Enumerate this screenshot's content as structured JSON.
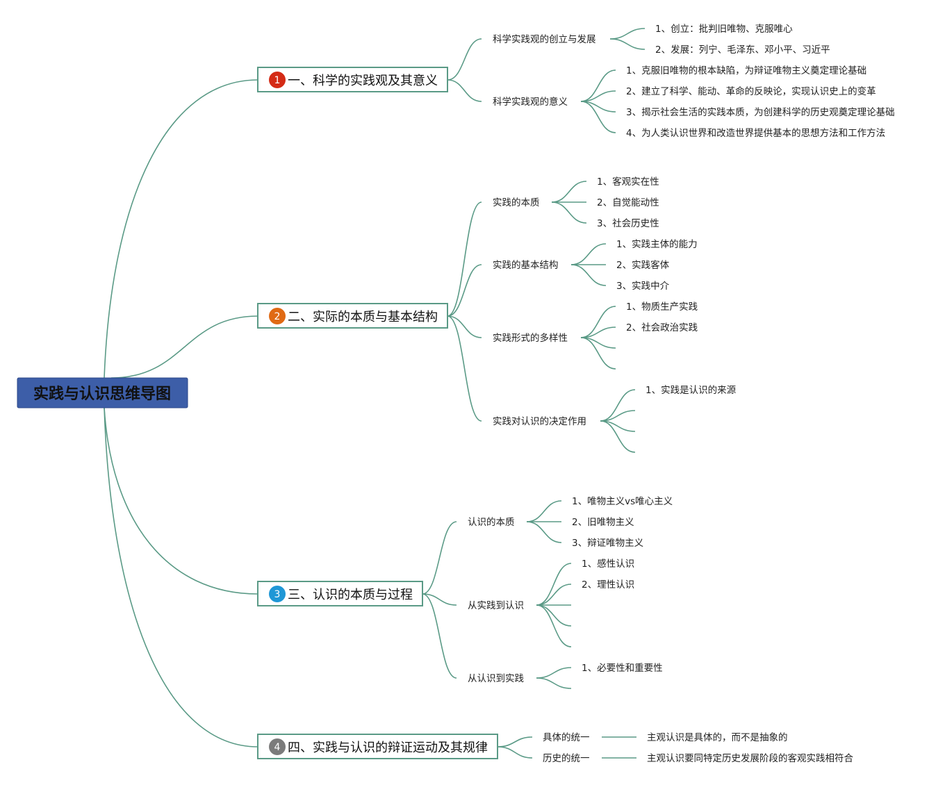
{
  "root": "实践与认识思维导图",
  "colors": {
    "root_fill": "#3d5ea8",
    "link": "#5a9a86",
    "badge1": "#d42b16",
    "badge2": "#e06a14",
    "badge3": "#1f97d6",
    "badge4": "#7b7b7b"
  },
  "branches": [
    {
      "num": "1",
      "title": "一、科学的实践观及其意义",
      "topics": [
        {
          "label": "科学实践观的创立与发展",
          "items": [
            "1、创立：批判旧唯物、克服唯心",
            "2、发展：列宁、毛泽东、邓小平、习近平"
          ]
        },
        {
          "label": "科学实践观的意义",
          "items": [
            "1、克服旧唯物的根本缺陷，为辩证唯物主义奠定理论基础",
            "2、建立了科学、能动、革命的反映论，实现认识史上的变革",
            "3、揭示社会生活的实践本质，为创建科学的历史观奠定理论基础",
            "4、为人类认识世界和改造世界提供基本的思想方法和工作方法"
          ]
        }
      ]
    },
    {
      "num": "2",
      "title": "二、实际的本质与基本结构",
      "topics": [
        {
          "label": "实践的本质",
          "items": [
            "1、客观实在性",
            "2、自觉能动性",
            "3、社会历史性"
          ]
        },
        {
          "label": "实践的基本结构",
          "items": [
            "1、实践主体的能力",
            "2、实践客体",
            "3、实践中介"
          ]
        },
        {
          "label": "实践形式的多样性",
          "items": [
            "1、物质生产实践",
            "2、社会政治实践",
            "",
            ""
          ]
        },
        {
          "label": "实践对认识的决定作用",
          "items": [
            "1、实践是认识的来源",
            "",
            "",
            ""
          ]
        }
      ]
    },
    {
      "num": "3",
      "title": "三、认识的本质与过程",
      "topics": [
        {
          "label": "认识的本质",
          "items": [
            "1、唯物主义vs唯心主义",
            "2、旧唯物主义",
            "3、辩证唯物主义"
          ]
        },
        {
          "label": "从实践到认识",
          "items": [
            "1、感性认识",
            "2、理性认识",
            "",
            "",
            ""
          ]
        },
        {
          "label": "从认识到实践",
          "items": [
            "1、必要性和重要性",
            ""
          ]
        }
      ]
    },
    {
      "num": "4",
      "title": "四、实践与认识的辩证运动及其规律",
      "topics": [
        {
          "label": "具体的统一",
          "items": [
            "主观认识是具体的，而不是抽象的"
          ]
        },
        {
          "label": "历史的统一",
          "items": [
            "主观认识要同特定历史发展阶段的客观实践相符合"
          ]
        }
      ]
    }
  ]
}
